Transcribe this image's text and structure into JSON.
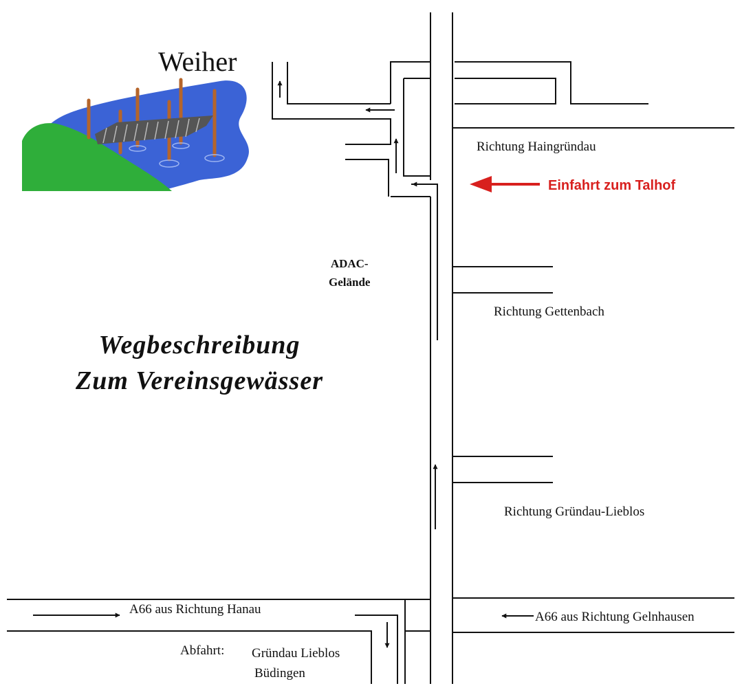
{
  "labels": {
    "pond": "Weiher",
    "direction_haingruendau": "Richtung Haingründau",
    "entrance_talhof": "Einfahrt zum Talhof",
    "adac_line1": "ADAC-",
    "adac_line2": "Gelände",
    "direction_gettenbach": "Richtung Gettenbach",
    "title_line1": "Wegbeschreibung",
    "title_line2": "Zum Vereinsgewässer",
    "direction_gruendau_lieblos": "Richtung Gründau-Lieblos",
    "a66_from_hanau": "A66 aus Richtung Hanau",
    "a66_from_gelnhausen": "A66 aus Richtung Gelnhausen",
    "exit_label": "Abfahrt:",
    "exit_line1": "Gründau Lieblos",
    "exit_line2": "Büdingen"
  },
  "colors": {
    "road_lines": "#111111",
    "highlight": "#d8201e",
    "water": "#3b63d6",
    "grass": "#2fae3a",
    "posts": "#b5652b",
    "bridge": "#555555"
  },
  "icons": [
    "pond-illustration",
    "arrow-up-icon",
    "arrow-left-icon",
    "arrow-right-icon",
    "arrow-down-icon",
    "red-arrow-left-icon"
  ]
}
